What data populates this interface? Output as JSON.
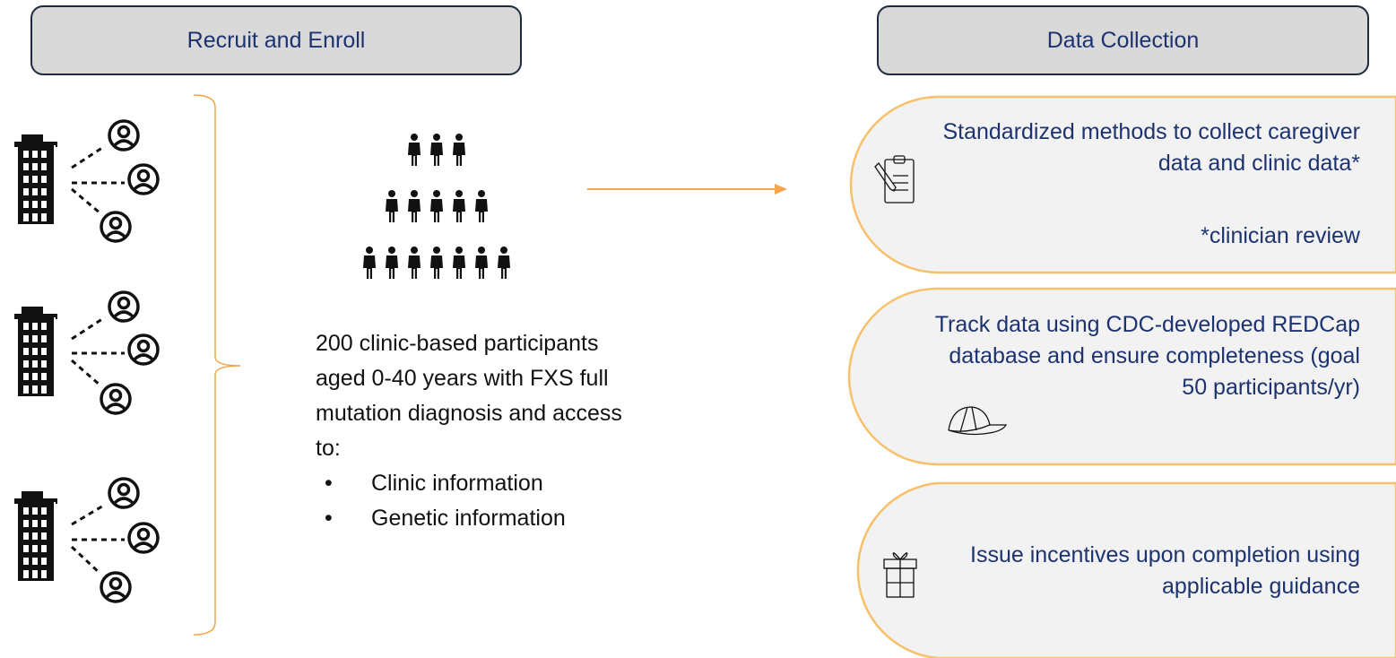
{
  "headers": {
    "recruit": "Recruit and Enroll",
    "data_collection": "Data Collection"
  },
  "description": {
    "text": "200 clinic-based participants aged 0-40 years with FXS full mutation diagnosis and access to:",
    "bullets": [
      "Clinic information",
      "Genetic information"
    ],
    "bullet_glyph": "•"
  },
  "steps": [
    {
      "text": "Standardized methods to collect caregiver data and clinic data*",
      "note": "*clinician review",
      "icon": "clipboard-icon"
    },
    {
      "text": "Track data using CDC-developed REDCap database and ensure completeness (goal 50 participants/yr)",
      "icon": "cap-icon"
    },
    {
      "text": "Issue incentives upon completion using applicable guidance",
      "icon": "gift-icon"
    }
  ],
  "icons": [
    "building-icon",
    "person-icon",
    "group-icon",
    "clipboard-icon",
    "cap-icon",
    "gift-icon"
  ],
  "colors": {
    "header_fill": "#d9d9d9",
    "header_border": "#1f2b3d",
    "header_text": "#1c3370",
    "pill_fill": "#f2f2f2",
    "pill_border": "#f7c06a",
    "accent_line": "#f5a64c",
    "icon": "#111111"
  }
}
